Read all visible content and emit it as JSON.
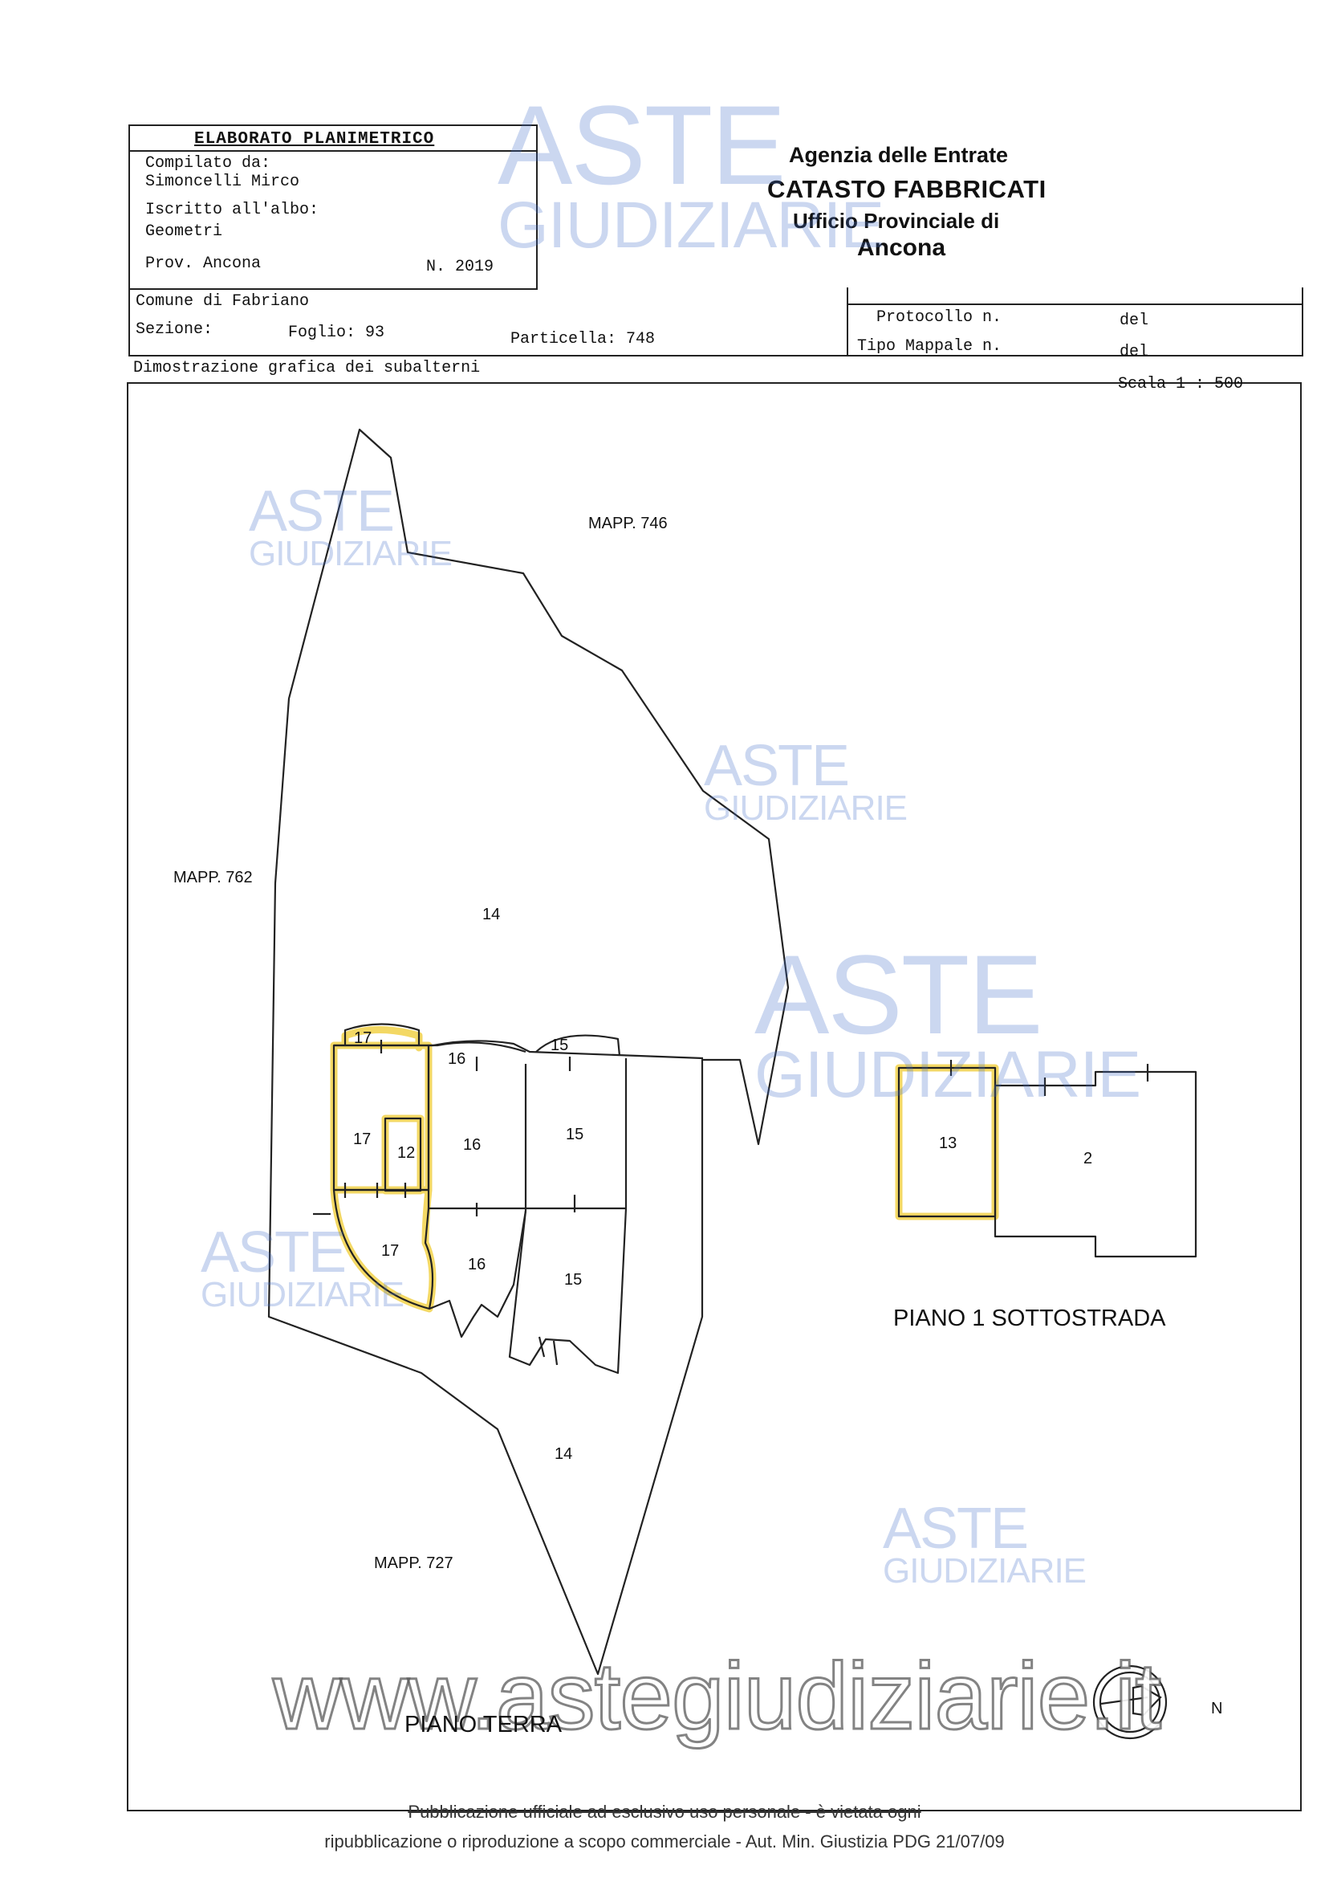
{
  "header": {
    "title": "ELABORATO PLANIMETRICO",
    "compiled_by_label": "Compilato da:",
    "compiled_by_name": "Simoncelli Mirco",
    "registered_label": "Iscritto all'albo:",
    "registered_value": "Geometri",
    "province": "Prov. Ancona",
    "number": "N. 2019",
    "agency": {
      "line1": "Agenzia delle Entrate",
      "line2": "CATASTO FABBRICATI",
      "line3": "Ufficio Provinciale di",
      "line4": "Ancona"
    }
  },
  "info": {
    "comune": "Comune di  Fabriano",
    "sezione": "Sezione:",
    "foglio": "Foglio: 93",
    "particella": "Particella: 748",
    "protocollo": "Protocollo n.",
    "protocollo_del": "del",
    "tipo_mappale": "Tipo Mappale n.",
    "tipo_del": "del",
    "dimostrazione": "Dimostrazione grafica dei subalterni",
    "scala": "Scala 1 : 500"
  },
  "plan": {
    "map_labels": {
      "mapp746": "MAPP. 746",
      "mapp762": "MAPP. 762",
      "mapp727": "MAPP. 727"
    },
    "units": {
      "u14_top": "14",
      "u17_top": "17",
      "u16_small": "16",
      "u15_small": "15",
      "u17_mid": "17",
      "u12": "12",
      "u16_mid": "16",
      "u15_mid": "15",
      "u17_bot": "17",
      "u16_bot": "16",
      "u15_bot": "15",
      "u14_bot": "14",
      "u13": "13",
      "u2": "2"
    },
    "floor_ground": "PIANO TERRA",
    "floor_basement": "PIANO 1 SOTTOSTRADA",
    "north": "N",
    "highlight_color": "#f2d24a"
  },
  "watermarks": {
    "aste": "ASTE",
    "giudiziarie": "GIUDIZIARIE",
    "site": "www.astegiudiziarie.it"
  },
  "footer": {
    "line1": "Pubblicazione ufficiale ad esclusivo uso personale - è vietata ogni",
    "line2": "ripubblicazione o riproduzione a scopo commerciale - Aut. Min. Giustizia PDG 21/07/09"
  }
}
